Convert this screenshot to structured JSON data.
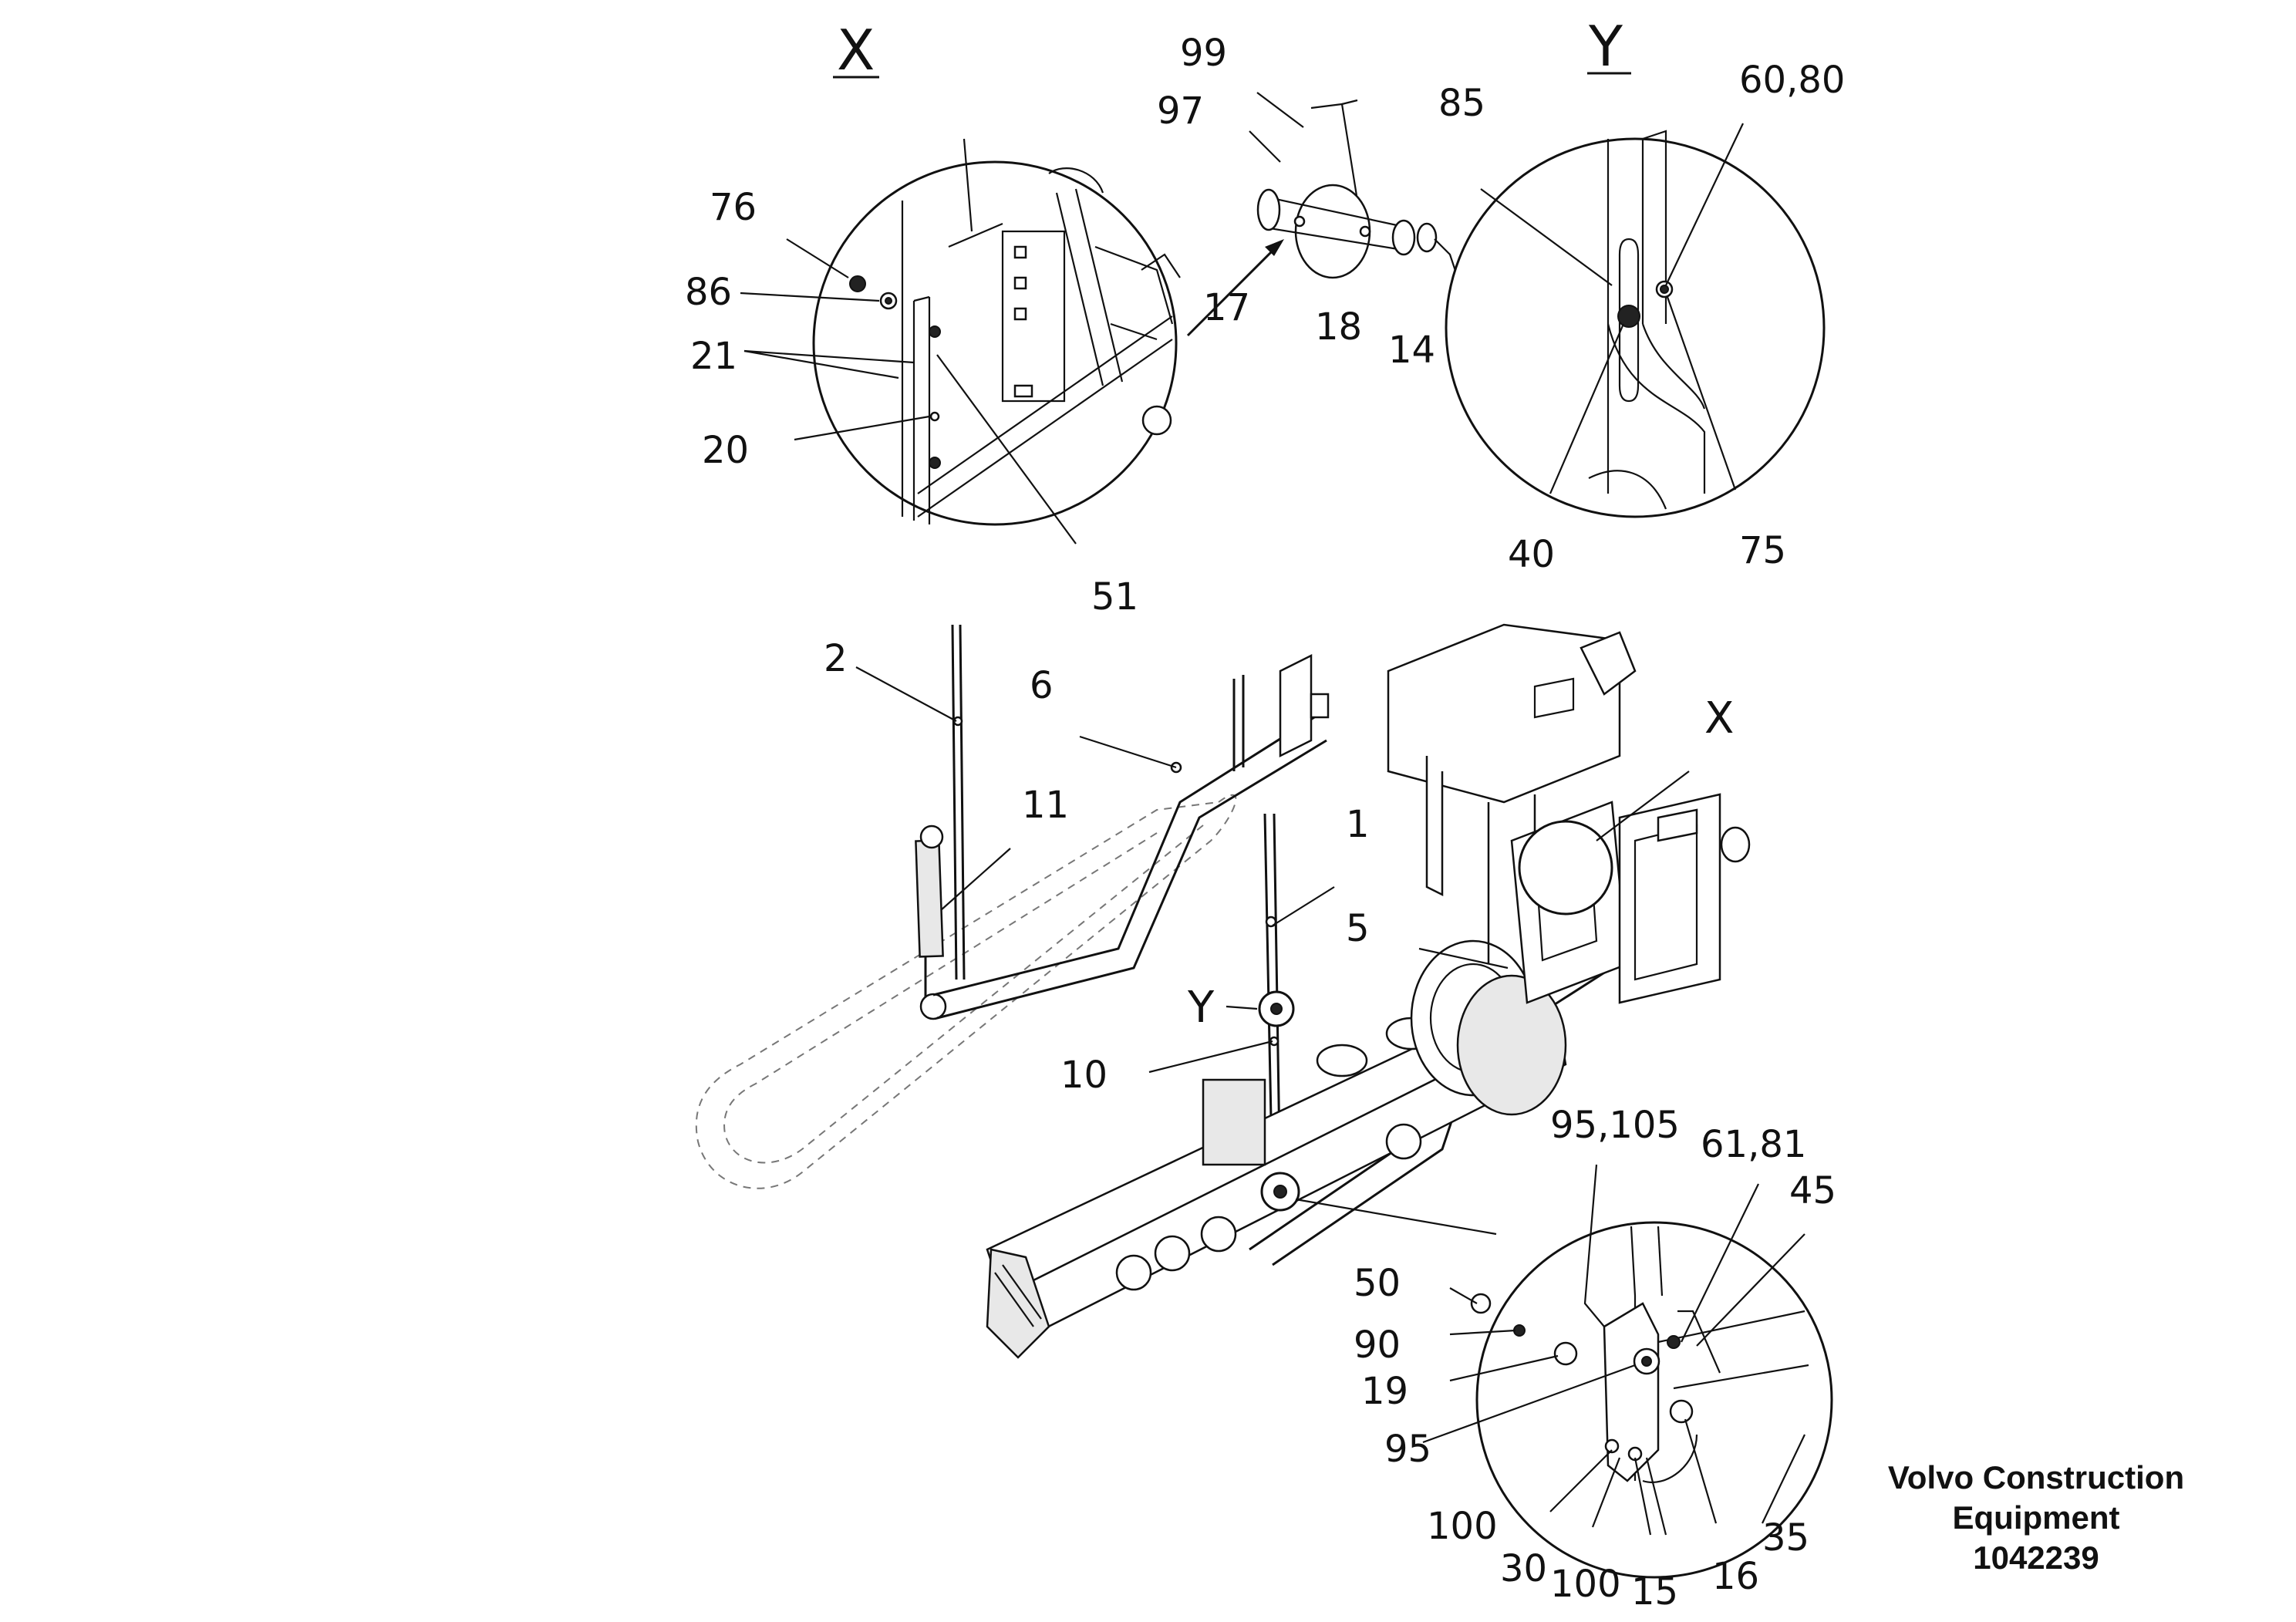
{
  "detail_views": {
    "x": "X",
    "y": "Y"
  },
  "view_markers": {
    "x": "X",
    "y": "Y"
  },
  "part_labels": {
    "p99": "99",
    "p97": "97",
    "p17": "17",
    "p18": "18",
    "p14": "14",
    "p76": "76",
    "p86": "86",
    "p21": "21",
    "p20": "20",
    "p51": "51",
    "p85": "85",
    "p6080": "60,80",
    "p40": "40",
    "p75": "75",
    "p2": "2",
    "p6": "6",
    "p11": "11",
    "p1": "1",
    "p5": "5",
    "p10": "10",
    "p95105": "95,105",
    "p6181": "61,81",
    "p45": "45",
    "p50": "50",
    "p90": "90",
    "p19": "19",
    "p95": "95",
    "p100a": "100",
    "p30": "30",
    "p100b": "100",
    "p15": "15",
    "p16": "16",
    "p35": "35"
  },
  "footer": {
    "company_line1": "Volvo Construction",
    "company_line2": "Equipment",
    "drawing_number": "1042239"
  }
}
